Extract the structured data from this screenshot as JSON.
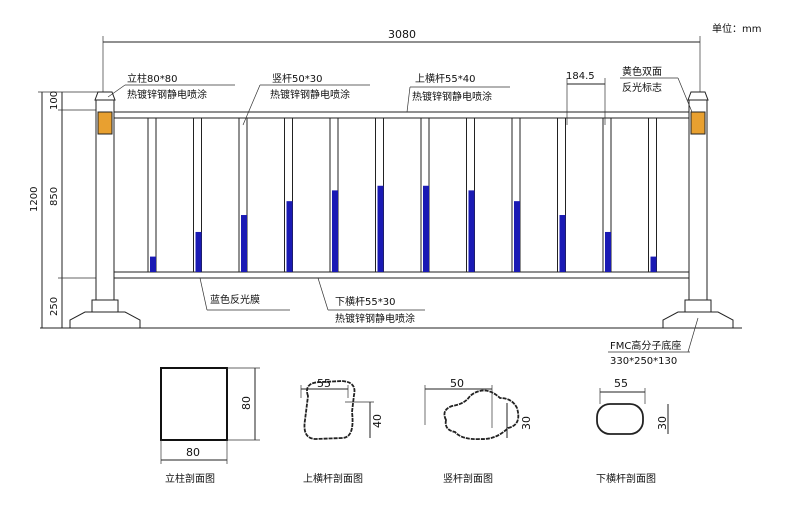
{
  "unit_label": "单位：mm",
  "overall_width": "3080",
  "bar_spacing": "184.5",
  "dims_left": {
    "cap": "100",
    "middle": "850",
    "base": "250",
    "total": "1200"
  },
  "callouts": {
    "post": {
      "line1": "立柱80*80",
      "line2": "热镀锌钢静电喷涂"
    },
    "vertical_bar": {
      "line1": "竖杆50*30",
      "line2": "热镀锌钢静电喷涂"
    },
    "top_rail": {
      "line1": "上横杆55*40",
      "line2": "热镀锌钢静电喷涂"
    },
    "reflector": {
      "line1": "黄色双面",
      "line2": "反光标志"
    },
    "blue_film": {
      "line1": "蓝色反光膜"
    },
    "bottom_rail": {
      "line1": "下横杆55*30",
      "line2": "热镀锌钢静电喷涂"
    },
    "base": {
      "line1": "FMC高分子底座",
      "line2": "330*250*130"
    }
  },
  "sections": [
    {
      "title": "立柱剖面图",
      "w": "80",
      "h": "80"
    },
    {
      "title": "上横杆剖面图",
      "w": "55",
      "h": "40"
    },
    {
      "title": "竖杆剖面图",
      "w": "50",
      "h": "30"
    },
    {
      "title": "下横杆剖面图",
      "w": "55",
      "h": "30"
    }
  ],
  "colors": {
    "blue_film": "#1a1ab4",
    "reflector": "#e8a030",
    "line": "#222222"
  },
  "blue_film_fraction": [
    0.1,
    0.26,
    0.37,
    0.46,
    0.53,
    0.56,
    0.56,
    0.53,
    0.46,
    0.37,
    0.26,
    0.1
  ]
}
